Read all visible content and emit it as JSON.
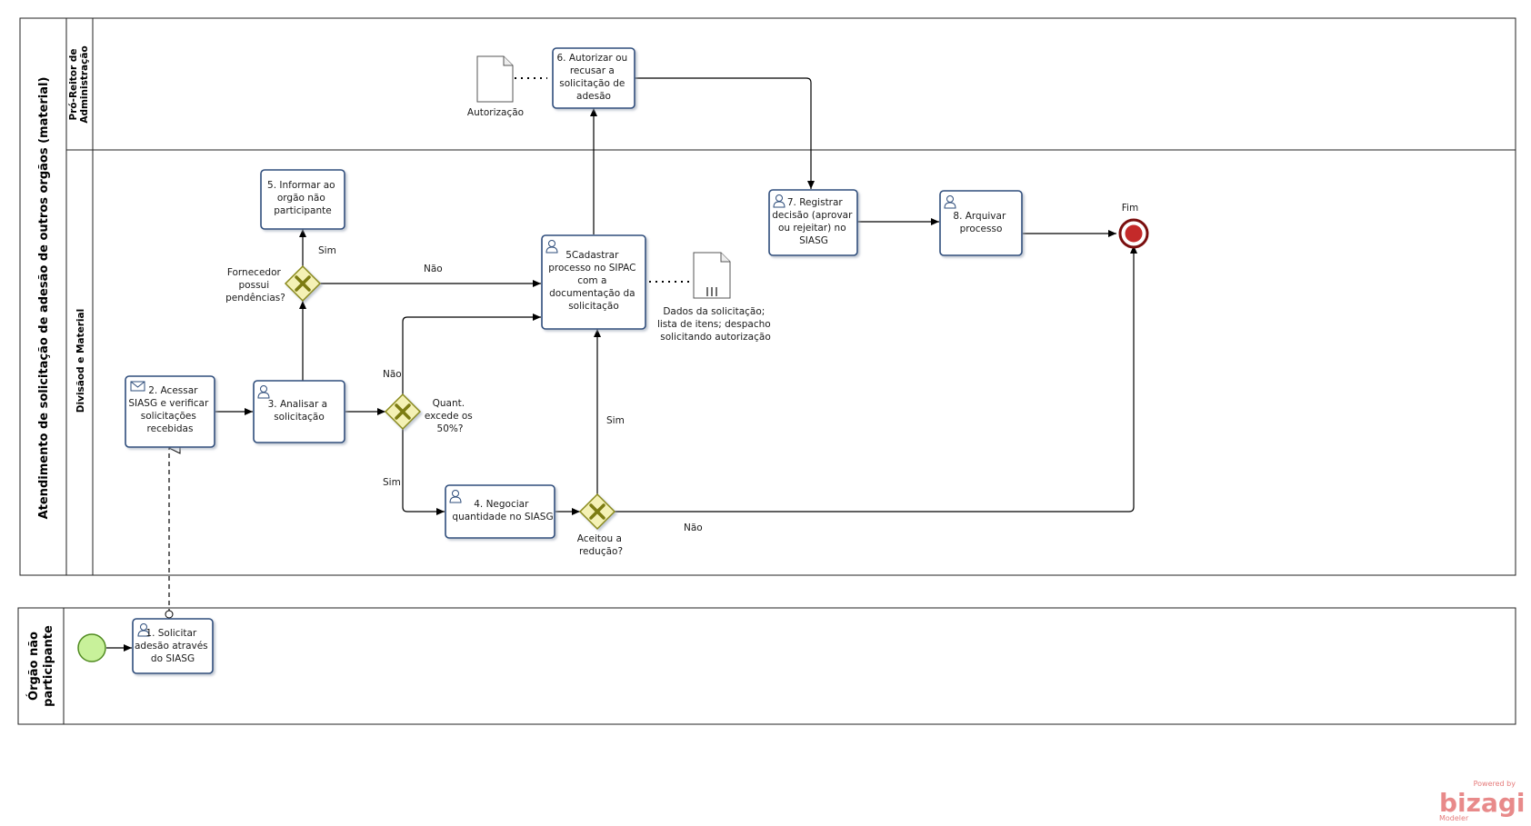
{
  "pools": {
    "main_title": "Atendimento de solicitação de adesão de outros orgãos (material)",
    "lane_top": [
      "Pró-Reitor de",
      "Administração"
    ],
    "lane_bottom": "Divisãod e Material",
    "second_pool": [
      "Órgão não",
      "participante"
    ]
  },
  "tasks": {
    "t1": [
      "1. Solicitar",
      "adesão através",
      "do SIASG"
    ],
    "t2": [
      "2. Acessar",
      "SIASG e verificar",
      "solicitações",
      "recebidas"
    ],
    "t3": [
      "3. Analisar a",
      "solicitação"
    ],
    "t4": [
      "4. Negociar",
      "quantidade no SIASG"
    ],
    "t5": [
      "5. Informar ao",
      "orgão não",
      "participante"
    ],
    "t5c": [
      "5Cadastrar",
      "processo no SIPAC",
      "com a",
      "documentação da",
      "solicitação"
    ],
    "t6": [
      "6. Autorizar ou",
      "recusar a",
      "solicitação de",
      "adesão"
    ],
    "t7": [
      "7. Registrar",
      "decisão (aprovar",
      "ou rejeitar) no",
      "SIASG"
    ],
    "t8": [
      "8. Arquivar",
      "processo"
    ]
  },
  "gateways": {
    "g1": [
      "Fornecedor",
      "possui",
      "pendências?"
    ],
    "g2": [
      "Quant.",
      "excede os",
      "50%?"
    ],
    "g3": [
      "Aceitou a",
      "redução?"
    ]
  },
  "artifacts": {
    "doc_auth": "Autorização",
    "doc_data": [
      "Dados da solicitação;",
      "lista de itens; despacho",
      "solicitando autorização"
    ]
  },
  "flow_labels": {
    "sim": "Sim",
    "nao": "Não"
  },
  "end_event": "Fim",
  "brand": {
    "powered": "Powered by",
    "name": "bizagi",
    "sub": "Modeler"
  },
  "colors": {
    "task_stroke": "#2e4d7b",
    "task_fill": "#ffffff",
    "gateway_fill": "#f4f1b5",
    "gateway_stroke": "#8a8a1a",
    "gateway_x": "#7c7c12",
    "start_fill": "#c8f19a",
    "start_stroke": "#4f8a1f",
    "end_fill": "#c42a2a",
    "end_stroke": "#7a0e0e",
    "brand": "#e57a7a"
  }
}
